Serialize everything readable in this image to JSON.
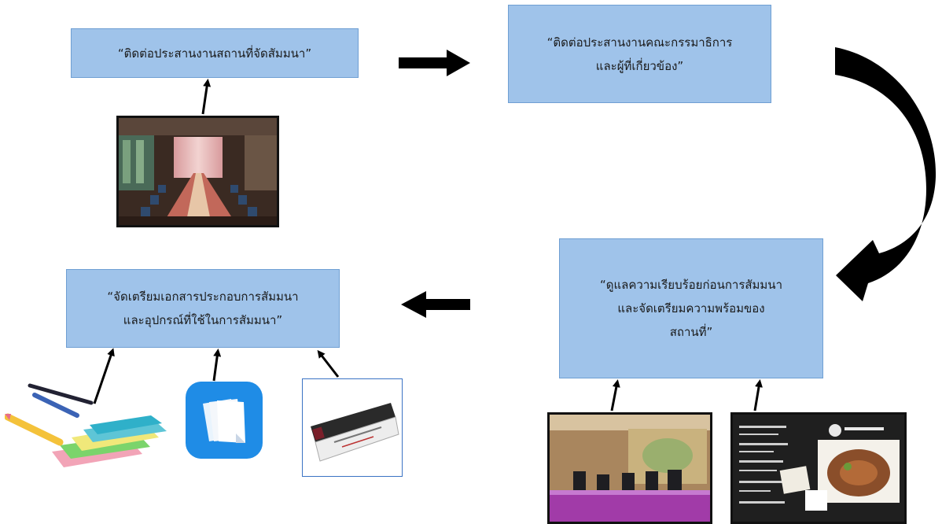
{
  "steps": {
    "venue": {
      "lines": [
        "“ติดต่อประสานงานสถานที่จัดสัมมนา”"
      ]
    },
    "committee": {
      "lines": [
        "“ติดต่อประสานงานคณะกรรมาธิการ",
        "และผู้ที่เกี่ยวข้อง”"
      ]
    },
    "prepare": {
      "lines": [
        "“ดูแลความเรียบร้อยก่อนการสัมมนา",
        "และจัดเตรียมความพร้อมของ",
        "สถานที่”"
      ]
    },
    "docs": {
      "lines": [
        "“จัดเตรียมเอกสารประกอบการสัมมนา",
        "และอุปกรณ์ที่ใช้ในการสัมมนา”"
      ]
    }
  },
  "images": {
    "room": "meeting-room-photo",
    "meeting": "seminar-panel-photo",
    "menu": "food-menu-photo",
    "nameplate": "desk-nameplate-photo",
    "stationery": "stationery-illustration",
    "files": "documents-app-icon"
  },
  "colors": {
    "box_fill": "#9fc3ea",
    "box_border": "#6f9fd3",
    "arrow": "#000000",
    "icon_blue": "#1f8ce6"
  }
}
